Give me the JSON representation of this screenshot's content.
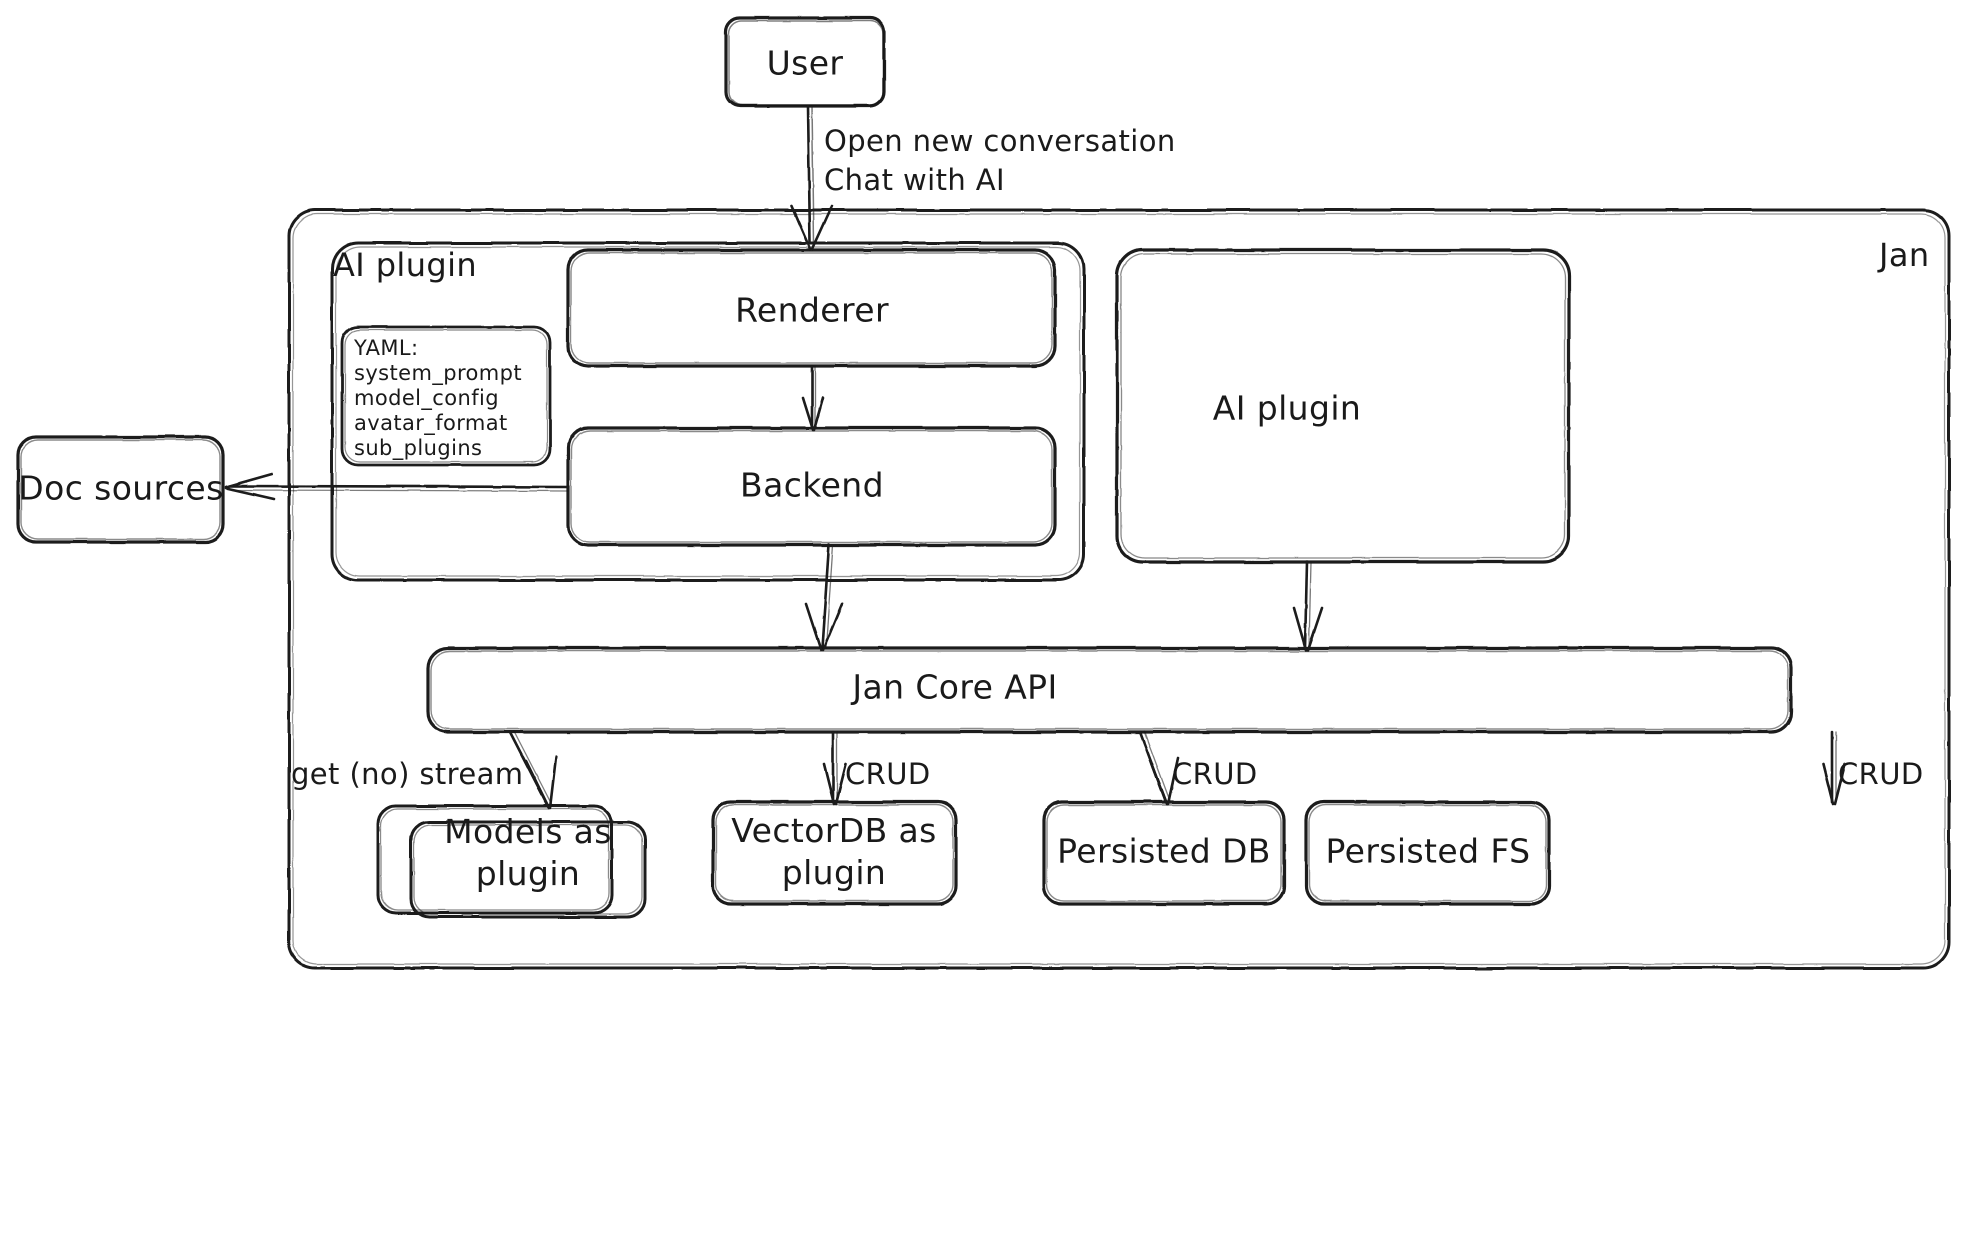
{
  "diagram": {
    "title": "Jan architecture overview",
    "style": "hand-drawn sketch",
    "stroke_color": "#1a1a1a",
    "background_color": "#ffffff"
  },
  "nodes": {
    "user": {
      "label": "User"
    },
    "jan_container": {
      "label": "Jan"
    },
    "ai_plugin_group": {
      "label": "AI plugin"
    },
    "yaml_note": {
      "header": "YAML:",
      "items": [
        "system_prompt",
        "model_config",
        "avatar_format",
        "sub_plugins"
      ]
    },
    "renderer": {
      "label": "Renderer"
    },
    "backend": {
      "label": "Backend"
    },
    "ai_plugin_box": {
      "label": "AI plugin"
    },
    "doc_sources": {
      "label": "Doc sources"
    },
    "jan_core_api": {
      "label": "Jan Core API"
    },
    "models_as_plugin": {
      "line1": "Models as",
      "line2": "plugin"
    },
    "vectordb_as_plugin": {
      "line1": "VectorDB as",
      "line2": "plugin"
    },
    "persisted_db": {
      "label": "Persisted DB"
    },
    "persisted_fs": {
      "label": "Persisted FS"
    }
  },
  "edges": [
    {
      "from": "user",
      "to": "renderer",
      "label_line1": "Open new conversation",
      "label_line2": "Chat with AI"
    },
    {
      "from": "renderer",
      "to": "backend",
      "label": ""
    },
    {
      "from": "backend",
      "to": "doc_sources",
      "label": ""
    },
    {
      "from": "backend",
      "to": "jan_core_api",
      "label": ""
    },
    {
      "from": "ai_plugin_box",
      "to": "jan_core_api",
      "label": ""
    },
    {
      "from": "jan_core_api",
      "to": "models_as_plugin",
      "label": "get (no) stream"
    },
    {
      "from": "jan_core_api",
      "to": "vectordb_as_plugin",
      "label": "CRUD"
    },
    {
      "from": "jan_core_api",
      "to": "persisted_db",
      "label": "CRUD"
    },
    {
      "from": "jan_core_api",
      "to": "persisted_fs",
      "label": "CRUD"
    }
  ],
  "edge_labels": {
    "user_to_renderer_1": "Open new conversation",
    "user_to_renderer_2": "Chat with AI",
    "get_no_stream": "get (no) stream",
    "crud_vectordb": "CRUD",
    "crud_persisted_db": "CRUD",
    "crud_persisted_fs": "CRUD"
  }
}
